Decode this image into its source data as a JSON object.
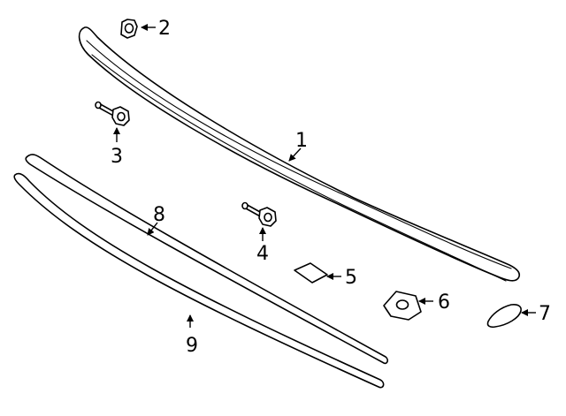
{
  "diagram": {
    "callouts": [
      {
        "id": "1",
        "label": "1"
      },
      {
        "id": "2",
        "label": "2"
      },
      {
        "id": "3",
        "label": "3"
      },
      {
        "id": "4",
        "label": "4"
      },
      {
        "id": "5",
        "label": "5"
      },
      {
        "id": "6",
        "label": "6"
      },
      {
        "id": "7",
        "label": "7"
      },
      {
        "id": "8",
        "label": "8"
      },
      {
        "id": "9",
        "label": "9"
      }
    ],
    "colors": {
      "stroke": "#000000",
      "background": "#ffffff"
    }
  }
}
